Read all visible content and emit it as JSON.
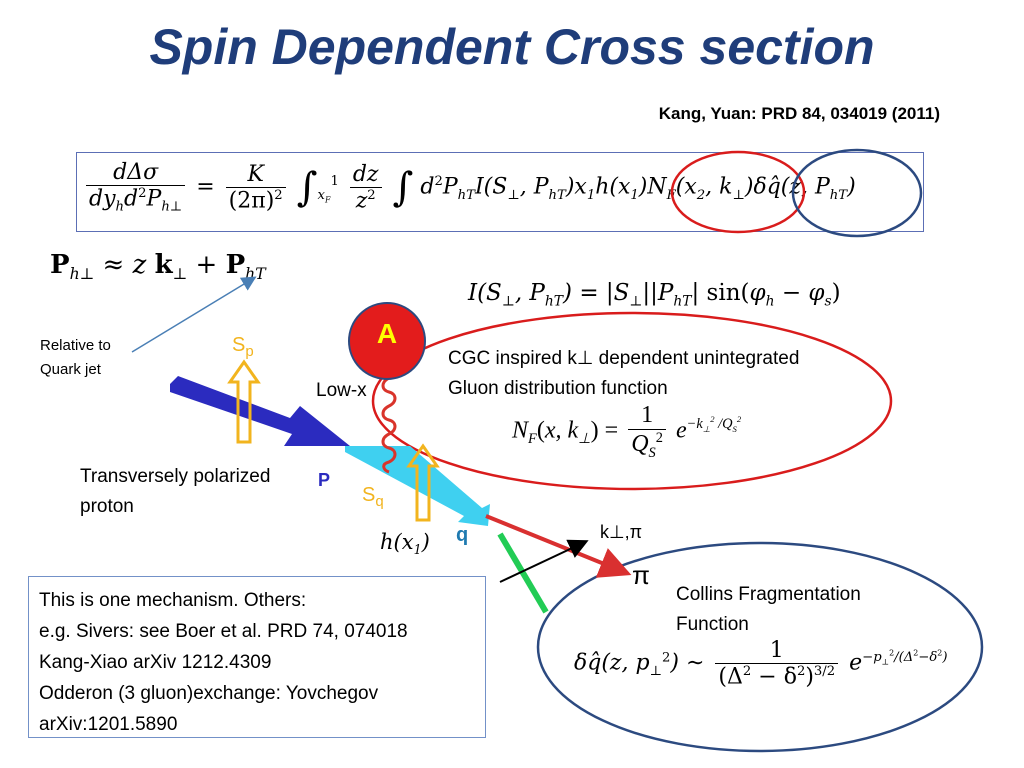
{
  "title": "Spin Dependent Cross section",
  "reference": "Kang, Yuan: PRD 84, 034019 (2011)",
  "labels": {
    "relative_line1": "Relative to",
    "relative_line2": "Quark jet",
    "sp_main": "S",
    "sp_sub": "p",
    "nucleus": "A",
    "low_x": "Low-x",
    "cgc_line1": "CGC inspired k⊥ dependent unintegrated",
    "cgc_line2": "Gluon distribution function",
    "proton_line1": "Transversely polarized",
    "proton_line2": "proton",
    "proton_letter": "P",
    "sq_main": "S",
    "sq_sub": "q",
    "h_x1": "h(x1)",
    "quark_letter": "q",
    "kperp_pi": "k⊥,π",
    "pi": "π",
    "collins_line1": "Collins Fragmentation",
    "collins_line2": "Function"
  },
  "notes": [
    "This is one mechanism. Others:",
    "e.g. Sivers: see Boer et al. PRD 74, 074018",
    "Kang-Xiao arXiv 1212.4309",
    "Odderon (3 gluon)exchange: Yovchegov",
    "arXiv:1201.5890"
  ],
  "colors": {
    "title": "#1f3d7a",
    "proton_arrow": "#2b2bbf",
    "quark_arrow": "#3fd0f0",
    "spin_arrow": "#f2b41e",
    "nucleus": "#e31c1c",
    "gluon": "#d9342b",
    "red_ellipse": "#d91c1c",
    "blue_ellipse": "#2c4a80",
    "pion_arrow": "#d93030",
    "green_line": "#22cc55",
    "pointer": "#4a7fb5"
  }
}
